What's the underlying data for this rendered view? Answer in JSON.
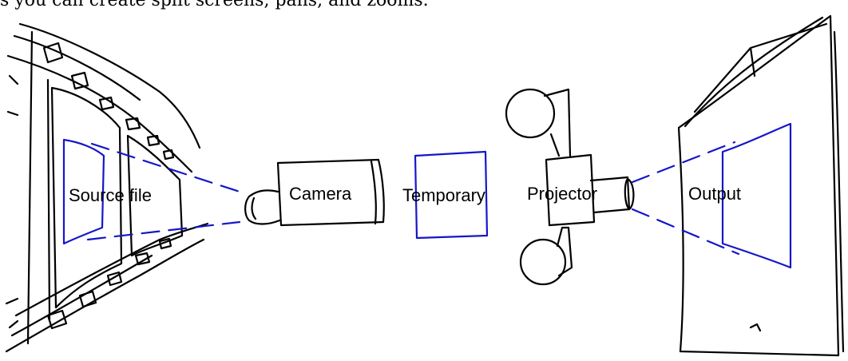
{
  "caption": "s you can create split screens, pans, and zooms.",
  "labels": {
    "source": "Source file",
    "camera": "Camera",
    "temporary": "Temporary",
    "projector": "Projector",
    "output": "Output"
  },
  "colors": {
    "ink": "#000000",
    "frame_blue": "#1616c8"
  }
}
